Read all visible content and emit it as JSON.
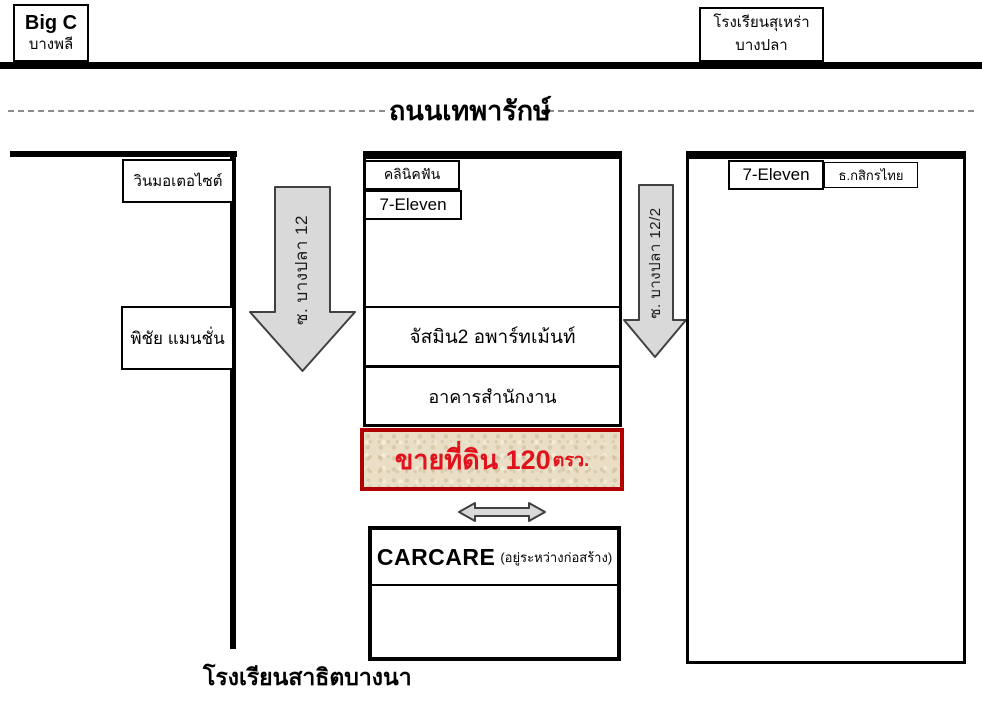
{
  "map": {
    "big_c": {
      "name": "Big C",
      "area": "บางพลี"
    },
    "surao_school": {
      "name": "โรงเรียนสุเหร่า",
      "area": "บางปลา"
    },
    "main_road": "ถนนเทพารักษ์",
    "win_motorcycle": "วินมอเตอไซต์",
    "pichai_mansion": "พิชัย แมนชั่น",
    "soi_left": "ซ. บางปลา 12",
    "soi_right": "ซ. บางปลา 12/2",
    "dental_clinic": "คลินิคฟัน",
    "seven_eleven_mid": "7-Eleven",
    "jasmine_apartment": "จัสมิน2 อพาร์ทเม้นท์",
    "office_building": "อาคารสำนักงาน",
    "land_for_sale": {
      "label": "ขายที่ดิน 120",
      "unit": "ตรว."
    },
    "carcare": {
      "name": "CARCARE",
      "note": "(อยู่ระหว่างก่อสร้าง)"
    },
    "seven_eleven_right": "7-Eleven",
    "kasikorn_bank": "ธ.กสิกรไทย",
    "satit_school": "โรงเรียนสาธิตบางนา"
  },
  "colors": {
    "arrow_fill": "#d9d9d9",
    "arrow_stroke": "#404040",
    "sale_border": "#b00000",
    "sale_background": "#eadfc6",
    "sale_text": "#e0131d",
    "boundary_line": "#000000",
    "road_dash": "#8c8c8c"
  }
}
